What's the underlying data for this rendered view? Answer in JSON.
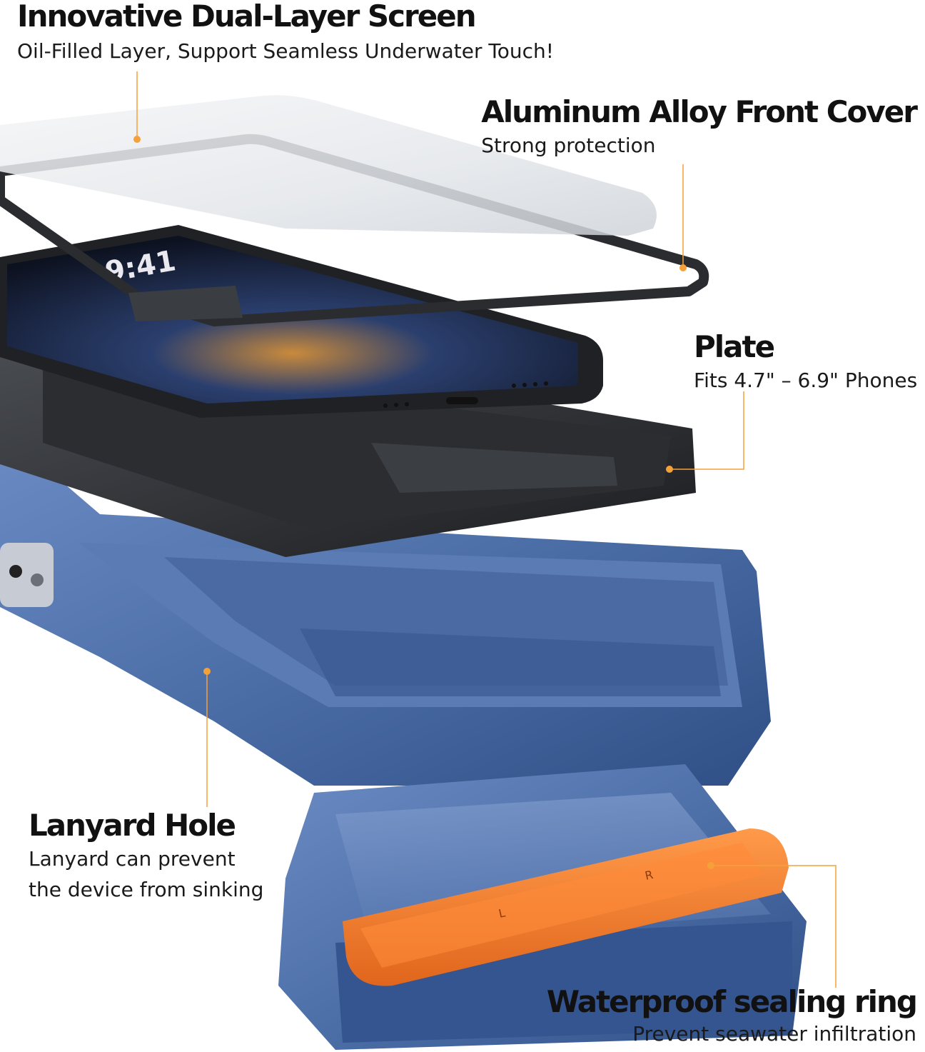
{
  "callouts": {
    "screen": {
      "title": "Innovative Dual-Layer Screen",
      "subtitle": "Oil-Filled Layer, Support Seamless Underwater Touch!"
    },
    "cover": {
      "title": "Aluminum Alloy Front Cover",
      "subtitle": "Strong protection"
    },
    "plate": {
      "title": "Plate",
      "subtitle": "Fits 4.7\" – 6.9\" Phones"
    },
    "lanyard": {
      "title": "Lanyard Hole",
      "subtitle_line1": "Lanyard can prevent",
      "subtitle_line2": "the device from sinking"
    },
    "ring": {
      "title": "Waterproof sealing ring",
      "subtitle": "Prevent seawater infiltration"
    }
  },
  "phone_screen": {
    "time": "9:41"
  },
  "seal_marks": {
    "left": "L",
    "right": "R"
  },
  "colors": {
    "accent": "#f4a13a",
    "case_blue": "#4d6fa8",
    "seal_orange": "#f27d2a",
    "frame_dark": "#2f3135"
  }
}
